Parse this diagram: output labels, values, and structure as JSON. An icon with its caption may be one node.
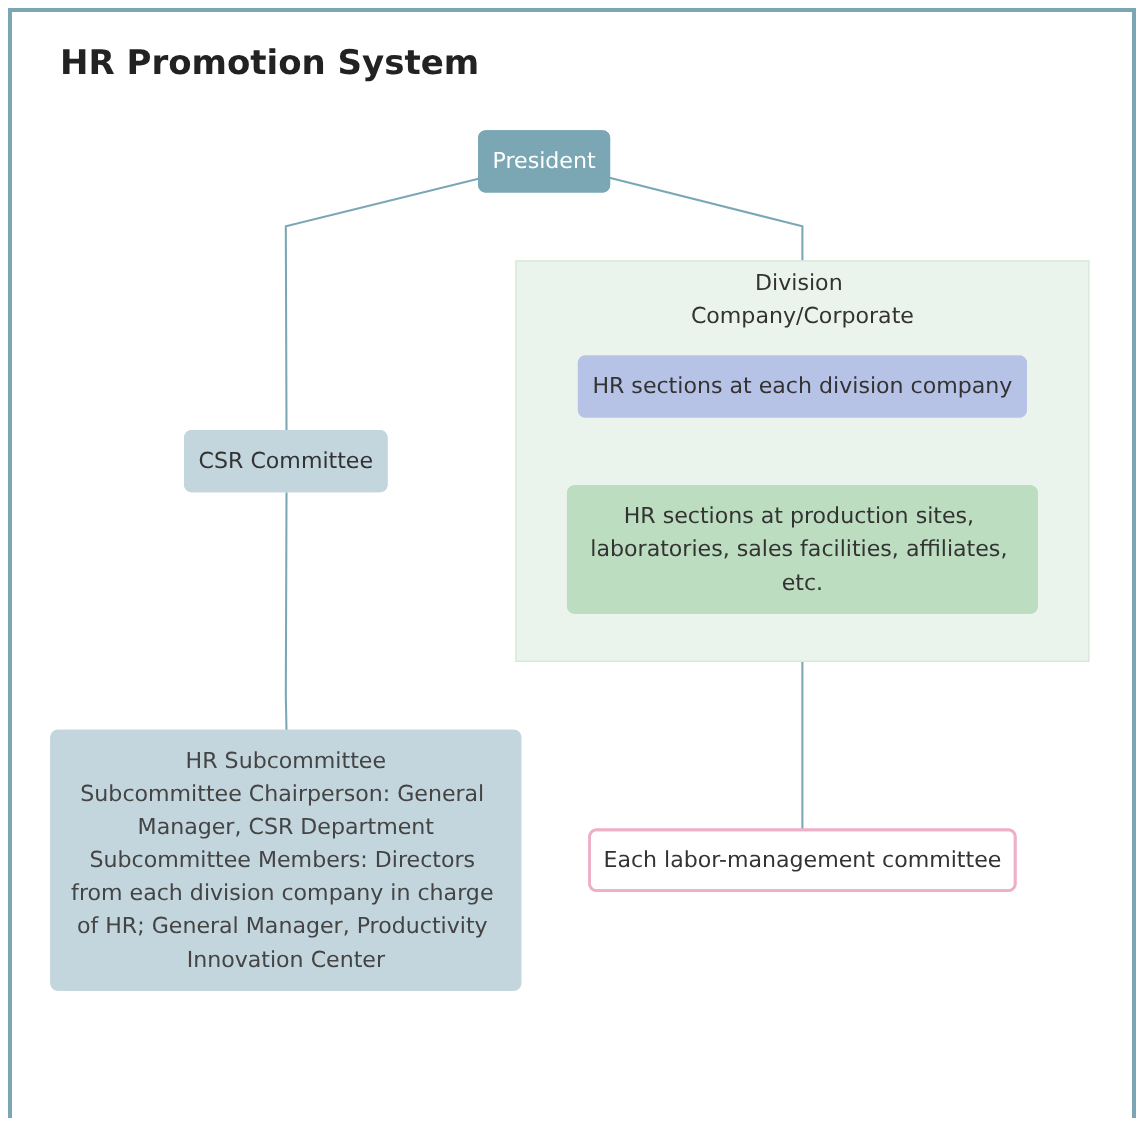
{
  "diagram": {
    "title": "HR Promotion System",
    "nodes": [
      {
        "text": [
          "President"
        ]
      },
      {
        "text": [
          "CSR Committee"
        ]
      },
      {
        "text": [
          "HR Subcommittee",
          "Subcommittee Chairperson: General Manager, CSR Department",
          "Subcommittee Members: Directors from each division company in charge of HR; General Manager, Productivity Innovation Center"
        ]
      },
      {
        "text": [
          "Division Company/Corporate"
        ]
      },
      {
        "text": [
          "HR sections at each division company"
        ],
        "in": 3
      },
      {
        "text": [
          "HR sections at production sites, laboratories, sales facilities, affiliates, etc."
        ],
        "in": 3
      },
      {
        "text": [
          "Each labor-management committee"
        ]
      }
    ],
    "edges": [
      {
        "from": 0,
        "to": 1,
        "arrow": "none"
      },
      {
        "from": 1,
        "to": 2,
        "arrow": "none"
      },
      {
        "from": 0,
        "to": 3,
        "arrow": "none"
      },
      {
        "from": 3,
        "to": 6,
        "arrow": "none"
      }
    ]
  }
}
